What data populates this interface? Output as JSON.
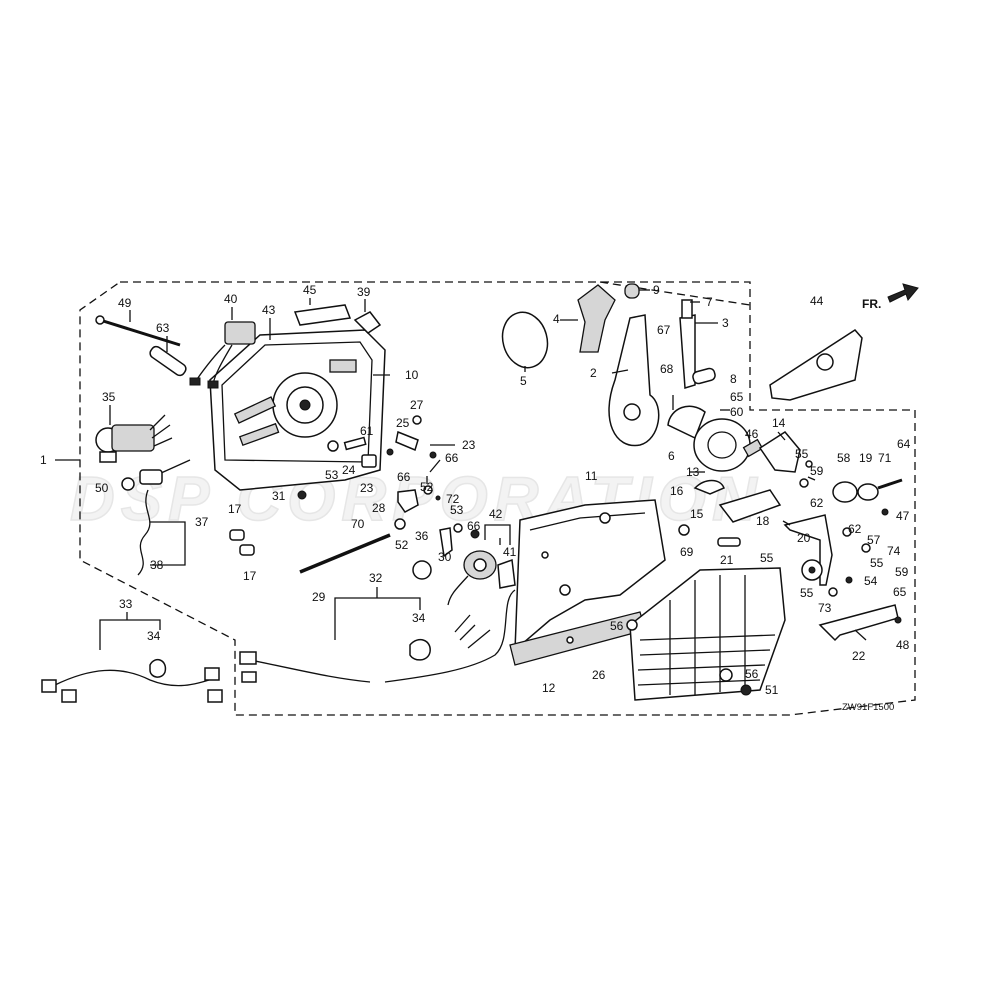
{
  "diagram": {
    "watermark": "DSP CORPORATION",
    "front_marker": "FR.",
    "drawing_code": "ZW91F1500",
    "callouts": [
      "1",
      "2",
      "3",
      "4",
      "5",
      "6",
      "7",
      "8",
      "9",
      "10",
      "11",
      "12",
      "13",
      "14",
      "15",
      "16",
      "17",
      "18",
      "19",
      "20",
      "21",
      "22",
      "23",
      "24",
      "25",
      "26",
      "27",
      "28",
      "29",
      "30",
      "31",
      "32",
      "33",
      "34",
      "35",
      "36",
      "37",
      "38",
      "39",
      "40",
      "41",
      "42",
      "43",
      "44",
      "45",
      "46",
      "47",
      "48",
      "49",
      "50",
      "51",
      "52",
      "53",
      "54",
      "55",
      "56",
      "57",
      "58",
      "59",
      "60",
      "61",
      "62",
      "63",
      "64",
      "65",
      "66",
      "67",
      "68",
      "69",
      "70",
      "71",
      "72",
      "73",
      "74"
    ]
  }
}
